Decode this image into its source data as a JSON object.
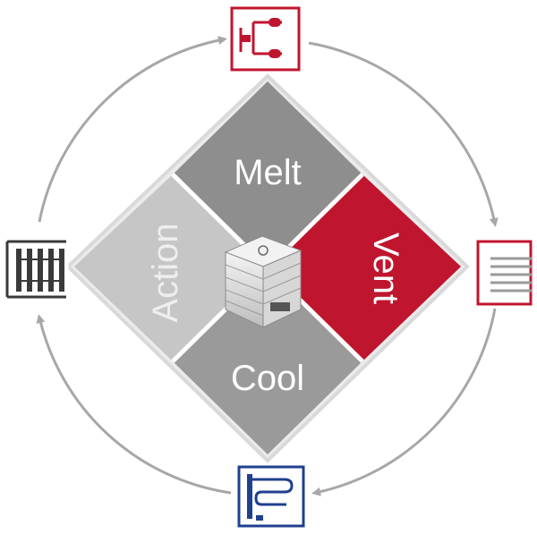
{
  "diagram": {
    "quadrants": [
      {
        "id": "melt",
        "label": "Melt",
        "fill": "#8e8e8e",
        "text_color": "#ffffff"
      },
      {
        "id": "vent",
        "label": "Vent",
        "fill": "#c0152f",
        "text_color": "#ffffff"
      },
      {
        "id": "cool",
        "label": "Cool",
        "fill": "#9a9a9a",
        "text_color": "#ffffff"
      },
      {
        "id": "action",
        "label": "Action",
        "fill": "#c6c6c6",
        "text_color": "#eeeeee"
      }
    ],
    "icons": {
      "top": {
        "name": "circuit-schematic-icon",
        "color": "#c0152f"
      },
      "right": {
        "name": "vent-lines-icon",
        "color": "#c0152f"
      },
      "bottom": {
        "name": "cooling-coil-icon",
        "color": "#1f3f8f"
      },
      "left": {
        "name": "heater-element-icon",
        "color": "#3a3a3a"
      }
    },
    "ring_color": "#a7a7a7",
    "frame_color": "#d9d9d9"
  }
}
